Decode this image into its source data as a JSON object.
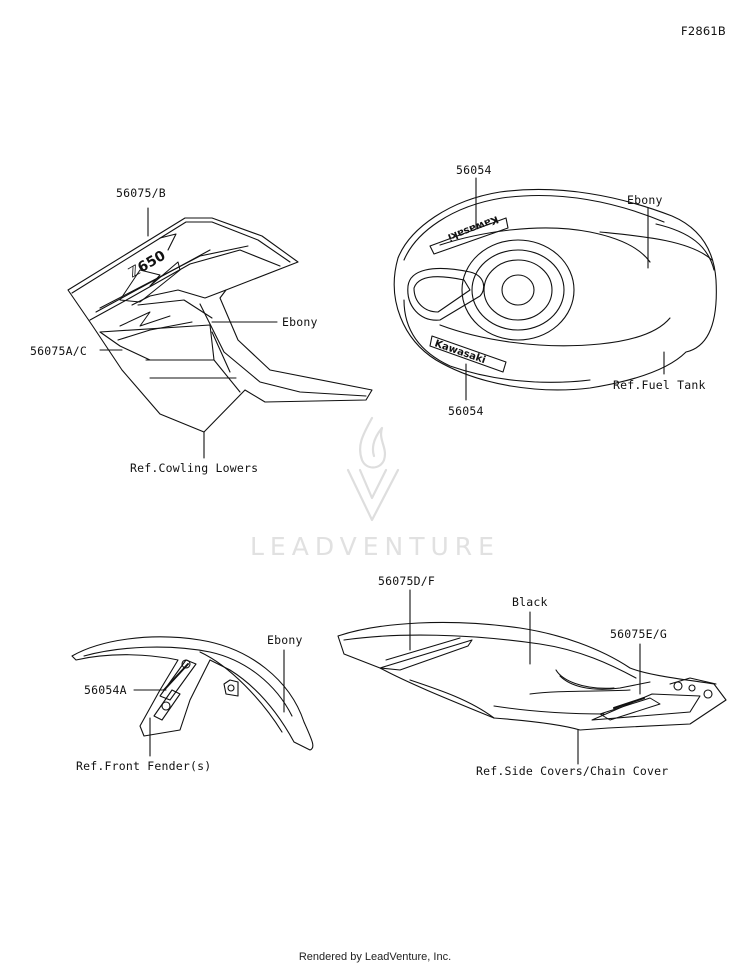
{
  "figure_id": "F2861B",
  "watermark": "LEADVENTURE",
  "footer": "Rendered by LeadVenture, Inc.",
  "decal_text": "Kawasaki",
  "labels": {
    "cowl_part_b": "56075/B",
    "cowl_part_ac": "56075A/C",
    "cowl_ebony": "Ebony",
    "cowl_ref": "Ref.Cowling Lowers",
    "tank_part_top": "56054",
    "tank_ebony": "Ebony",
    "tank_part_bottom": "56054",
    "tank_ref": "Ref.Fuel Tank",
    "fender_ebony": "Ebony",
    "fender_part": "56054A",
    "fender_ref": "Ref.Front Fender(s)",
    "side_part_df": "56075D/F",
    "side_black": "Black",
    "side_part_eg": "56075E/G",
    "side_ref": "Ref.Side Covers/Chain Cover"
  }
}
